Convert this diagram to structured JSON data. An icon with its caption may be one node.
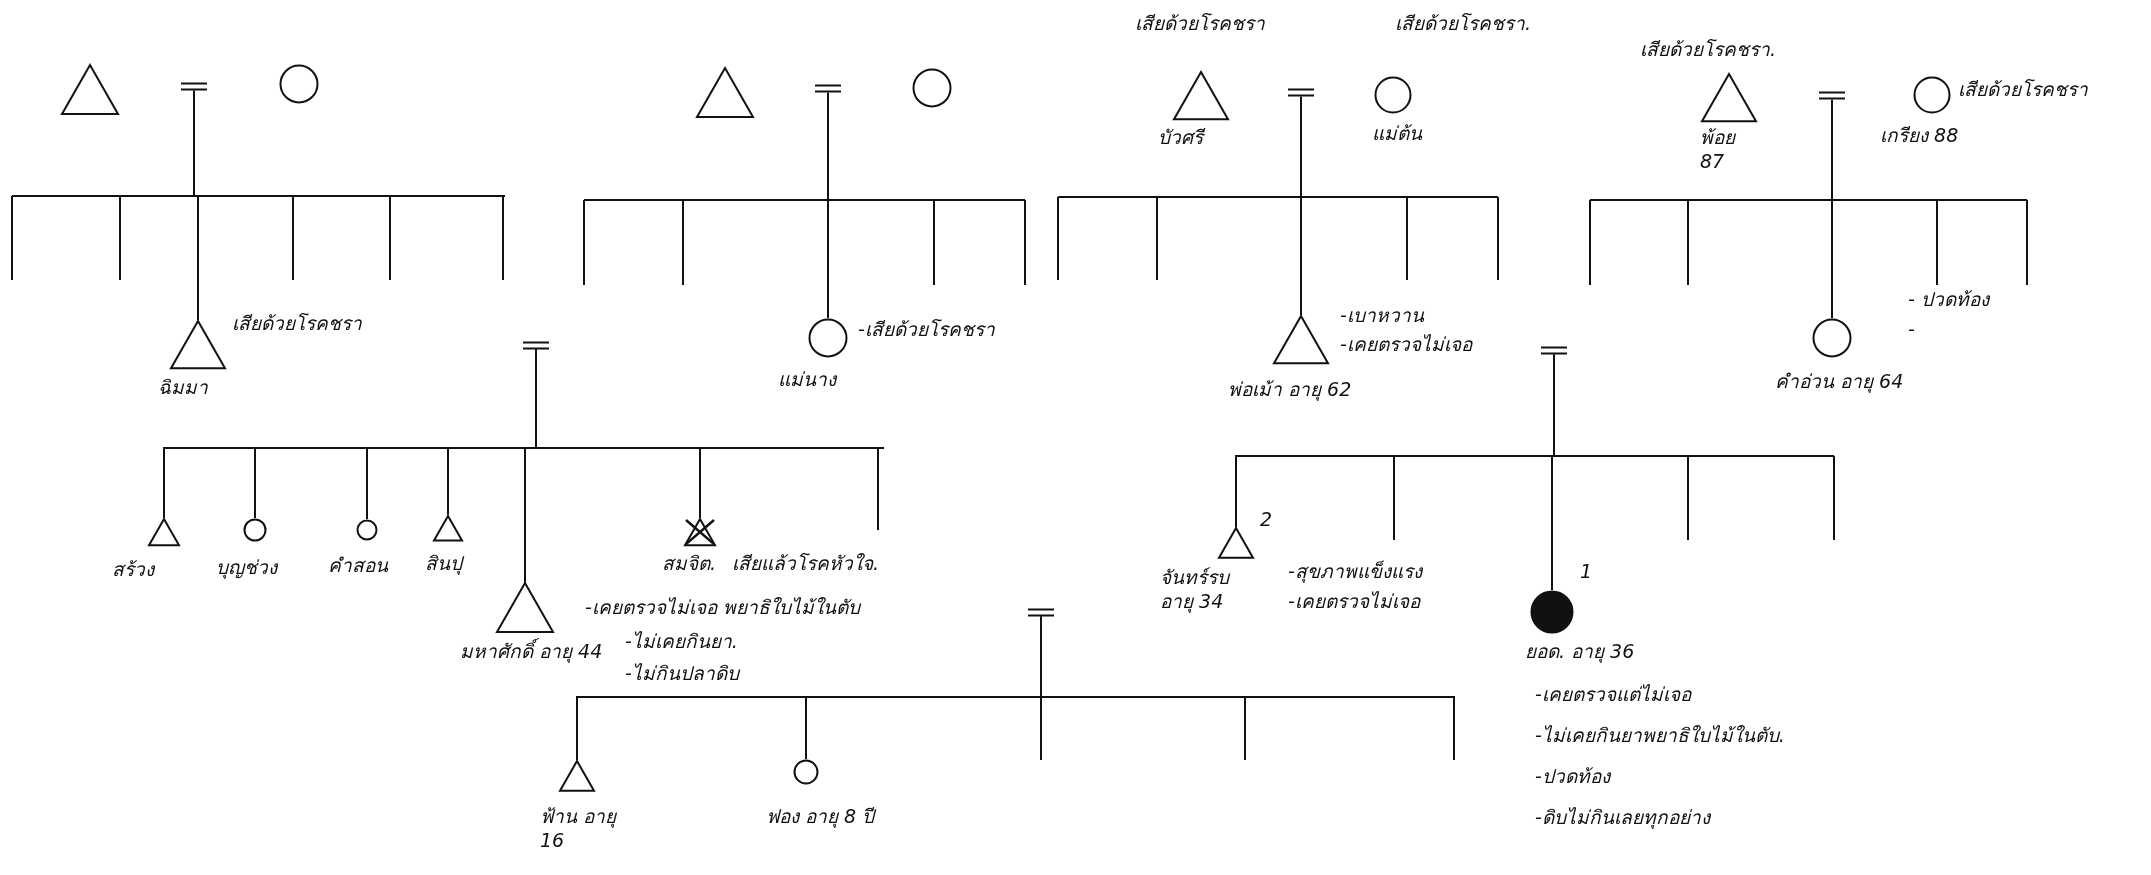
{
  "diagram": {
    "nodes": [
      {
        "text": [],
        "shape": "triangle"
      },
      {
        "text": [],
        "shape": "bar"
      },
      {
        "text": [],
        "shape": "circle"
      },
      {
        "text": [],
        "shape": "triangle"
      },
      {
        "text": [],
        "shape": "bar"
      },
      {
        "text": [],
        "shape": "circle"
      },
      {
        "text": [
          "บัวศรี"
        ],
        "beside": [
          "เสียด้วยโรคชรา"
        ]
      },
      {
        "text": [],
        "shape": "bar"
      },
      {
        "text": [
          "แม่ต้น"
        ],
        "beside": [
          "เสียด้วยโรคชรา."
        ]
      },
      {
        "text": [
          "พ้อย 87"
        ],
        "beside": [
          "เสียด้วยโรคชรา."
        ]
      },
      {
        "text": [],
        "shape": "bar"
      },
      {
        "text": [
          "เกรียง 88"
        ],
        "beside": [
          "เสียด้วยโรคชรา"
        ]
      },
      {
        "text": [
          "ฉิมมา"
        ],
        "beside": [
          "เสียด้วยโรคชรา"
        ]
      },
      {
        "text": [],
        "shape": "bar"
      },
      {
        "text": [
          "แม่นาง"
        ],
        "beside": [
          "-เสียด้วยโรคชรา"
        ]
      },
      {
        "text": [
          "พ่อเม้า อายุ 62"
        ],
        "beside": [
          "-เบาหวาน",
          "-เคยตรวจไม่เจอ"
        ]
      },
      {
        "text": [],
        "shape": "bar"
      },
      {
        "text": [
          "คำอ่วน อายุ 64"
        ],
        "beside": [
          "- ปวดท้อง",
          "-"
        ]
      },
      {
        "text": [
          "สร้วง"
        ]
      },
      {
        "text": [
          "บุญช่วง"
        ]
      },
      {
        "text": [
          "คำสอน"
        ]
      },
      {
        "text": [
          "สินปุ"
        ]
      },
      {
        "text": [
          "สมจิต."
        ],
        "beside": [
          "เสียแล้วโรคหัวใจ."
        ]
      },
      {
        "text": [
          "มหาศักดิ์ อายุ 44"
        ],
        "beside": [
          "-เคยตรวจไม่เจอ พยาธิใบไม้ในตับ",
          "-ไม่เคยกินยา.",
          "-ไม่กินปลาดิบ"
        ]
      },
      {
        "text": [],
        "shape": "bar"
      },
      {
        "text": [
          "จันทร์รบ อายุ 34"
        ],
        "beside": [
          "2",
          "-สุขภาพแข็งแรง",
          "-เคยตรวจไม่เจอ"
        ]
      },
      {
        "text": [
          "ยอด. อายุ 36"
        ],
        "beside": [
          "1",
          "-เคยตรวจแต่ไม่เจอ",
          "-ไม่เคยกินยาพยาธิใบไม้ในตับ.",
          "-ปวดท้อง",
          "-ดิบไม่กินเลยทุกอย่าง"
        ]
      },
      {
        "text": [
          "ฟ้าน อายุ 16"
        ]
      },
      {
        "text": [
          "ฟอง อายุ 8 ปี"
        ]
      }
    ],
    "edges": [
      {
        "from": 1,
        "to": 12,
        "arrow": "none"
      },
      {
        "from": 4,
        "to": 14,
        "arrow": "none"
      },
      {
        "from": 7,
        "to": 15,
        "arrow": "none"
      },
      {
        "from": 10,
        "to": 17,
        "arrow": "none"
      },
      {
        "from": 13,
        "to": 18,
        "arrow": "none"
      },
      {
        "from": 13,
        "to": 19,
        "arrow": "none"
      },
      {
        "from": 13,
        "to": 20,
        "arrow": "none"
      },
      {
        "from": 13,
        "to": 21,
        "arrow": "none"
      },
      {
        "from": 13,
        "to": 22,
        "arrow": "none"
      },
      {
        "from": 13,
        "to": 23,
        "arrow": "none"
      },
      {
        "from": 16,
        "to": 25,
        "arrow": "none"
      },
      {
        "from": 16,
        "to": 26,
        "arrow": "none"
      },
      {
        "from": 24,
        "to": 27,
        "arrow": "none"
      },
      {
        "from": 24,
        "to": 28,
        "arrow": "none"
      }
    ]
  }
}
